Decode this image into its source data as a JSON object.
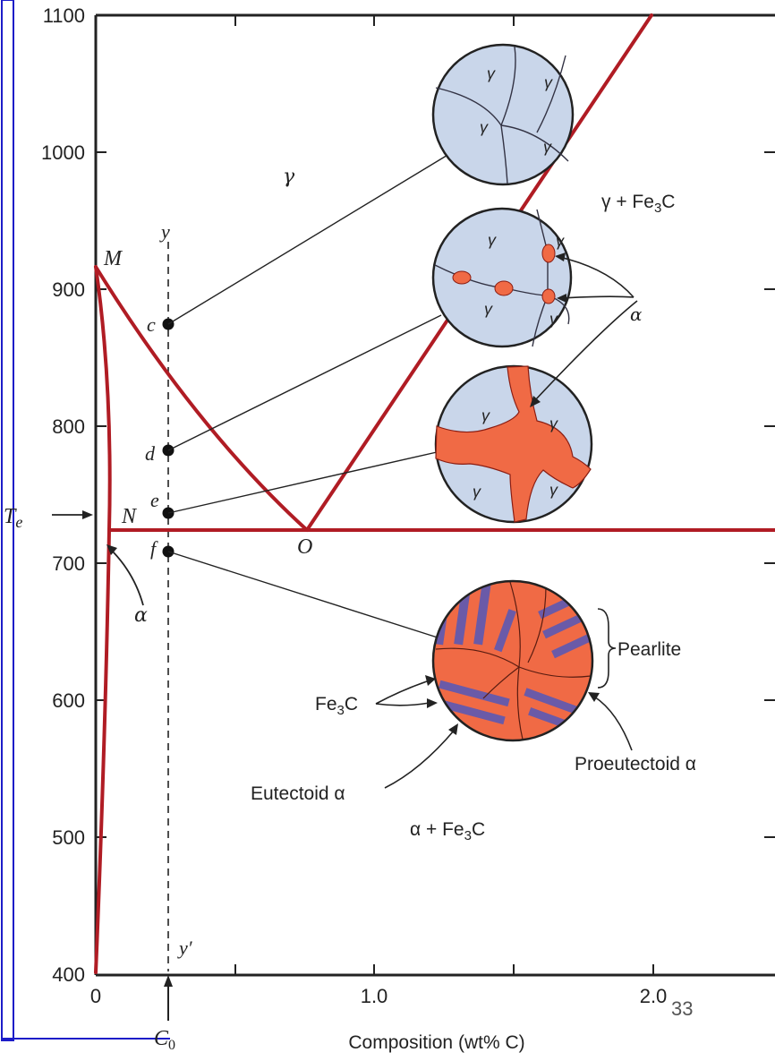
{
  "axis": {
    "y_ticks": [
      "1100",
      "1000",
      "900",
      "800",
      "700",
      "600",
      "500",
      "400"
    ],
    "x_ticks": [
      "0",
      "1.0",
      "2.0"
    ],
    "x_label": "Composition (wt% C)",
    "c0_label": "C",
    "c0_sub": "0"
  },
  "points": {
    "M": "M",
    "N": "N",
    "O": "O",
    "Te": "T",
    "Te_sub": "e",
    "c": "c",
    "d": "d",
    "e": "e",
    "f": "f",
    "y_top": "y",
    "y_bottom": "y′"
  },
  "regions": {
    "gamma": "γ",
    "gamma_fe3c_prefix": "γ + Fe",
    "fe3c_sub": "3",
    "fe3c_suffix": "C",
    "alpha_fe3c_prefix": "α + Fe",
    "alpha": "α"
  },
  "annotations": {
    "alpha_right": "α",
    "pearlite": "Pearlite",
    "fe3c_prefix": "Fe",
    "fe3c_sub": "3",
    "fe3c_suffix": "C",
    "eutectoid_alpha": "Eutectoid α",
    "proeutectoid_alpha": "Proeutectoid α",
    "alpha_under_n": "α"
  },
  "micro_labels": {
    "g": "γ"
  },
  "page_number": "33",
  "colors": {
    "phase_line": "#b01c24",
    "austenite": "#c9d6ea",
    "ferrite": "#f06a45",
    "cementite": "#6a5aa8",
    "frame_border": "#1c1cc8"
  }
}
